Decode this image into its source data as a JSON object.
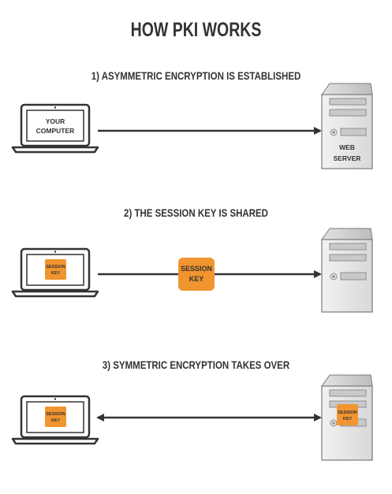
{
  "title": "HOW PKI WORKS",
  "steps": [
    {
      "label": "1) ASYMMETRIC ENCRYPTION IS ESTABLISHED",
      "laptop_text": [
        "YOUR",
        "COMPUTER"
      ],
      "server_text": [
        "WEB",
        "SERVER"
      ],
      "arrow": "to-server"
    },
    {
      "label": "2) THE SESSION KEY IS SHARED",
      "laptop_key": [
        "SESSION",
        "KEY"
      ],
      "middle_key": [
        "SESSION",
        "KEY"
      ],
      "arrow": "to-server"
    },
    {
      "label": "3) SYMMETRIC ENCRYPTION TAKES OVER",
      "laptop_key": [
        "SESSION",
        "KEY"
      ],
      "server_key": [
        "SESSION",
        "KEY"
      ],
      "arrow": "both-ways"
    }
  ],
  "colors": {
    "ink": "#333333",
    "key_orange": "#F0952F",
    "server_light": "#E6E6E6",
    "server_mid": "#CFCFCF",
    "server_edge": "#7A7A7A"
  }
}
